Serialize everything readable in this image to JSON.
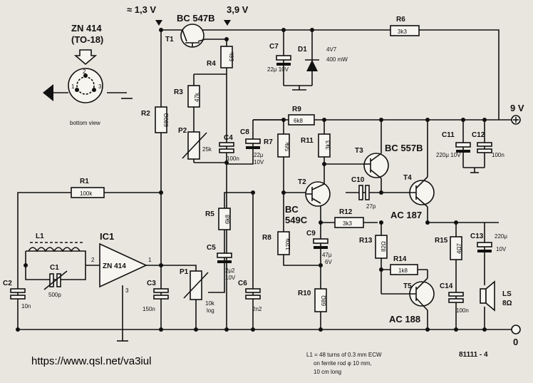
{
  "labels": {
    "chip_name": "ZN 414",
    "chip_pkg": "(TO-18)",
    "bottom_view": "bottom view",
    "pin1": "1",
    "pin2": "2",
    "pin3": "3",
    "v_base": "≈ 1,3 V",
    "v_emit": "3,9 V",
    "v_supply": "9 V",
    "v_zero": "0",
    "T1": "T1",
    "T1_type": "BC 547B",
    "T2": "T2",
    "T2_type1": "BC",
    "T2_type2": "549C",
    "T3": "T3",
    "T3_type": "BC 557B",
    "T4": "T4",
    "T4_type": "AC 187",
    "T5": "T5",
    "T5_type": "AC 188",
    "IC1": "IC1",
    "IC1_body": "ZN 414",
    "R1": "R1",
    "R1_v": "100k",
    "R2": "R2",
    "R2_v": "680Ω",
    "R3": "R3",
    "R3_v": "47k",
    "R4": "R4",
    "R4_v": "56k",
    "R5": "R5",
    "R5_v": "6k8",
    "R6": "R6",
    "R6_v": "3k3",
    "R7": "R7",
    "R7_v": "56k",
    "R8": "R8",
    "R8_v": "120k",
    "R9": "R9",
    "R9_v": "6k8",
    "R10": "R10",
    "R10_v": "68Ω",
    "R11": "R11",
    "R11_v": "3k3",
    "R12": "R12",
    "R12_v": "3k3",
    "R13": "R13",
    "R13_v": "82Ω",
    "R14": "R14",
    "R14_v": "1k8",
    "R15": "R15",
    "R15_v": "4Ω7",
    "P1": "P1",
    "P1_v1": "10k",
    "P1_v2": "log",
    "P2": "P2",
    "P2_v": "25k",
    "C1": "C1",
    "C1_v": "500p",
    "C2": "C2",
    "C2_v": "10n",
    "C3": "C3",
    "C3_v": "150n",
    "C4": "C4",
    "C4_v": "100n",
    "C5": "C5",
    "C5_v1": "2μ2",
    "C5_v2": "10V",
    "C6": "C6",
    "C6_v": "2n2",
    "C7": "C7",
    "C7_v": "22μ 10V",
    "C8": "C8",
    "C8_v1": "22μ",
    "C8_v2": "10V",
    "C9": "C9",
    "C9_v1": "47μ",
    "C9_v2": "6V",
    "C10": "C10",
    "C10_v": "27p",
    "C11": "C11",
    "C11_v": "220μ 10V",
    "C12": "C12",
    "C12_v": "100n",
    "C13": "C13",
    "C13_v1": "220μ",
    "C13_v2": "10V",
    "C14": "C14",
    "C14_v": "100n",
    "D1": "D1",
    "D1_v1": "4V7",
    "D1_v2": "400 mW",
    "L1": "L1",
    "LS": "LS",
    "LS_v": "8Ω",
    "note1": "L1 = 48 turns of 0.3 mm ECW",
    "note2": "on ferrite rod φ 10 mm,",
    "note3": "10 cm long",
    "fig_id": "81111 - 4",
    "url": "https://www.qsl.net/va3iul"
  }
}
